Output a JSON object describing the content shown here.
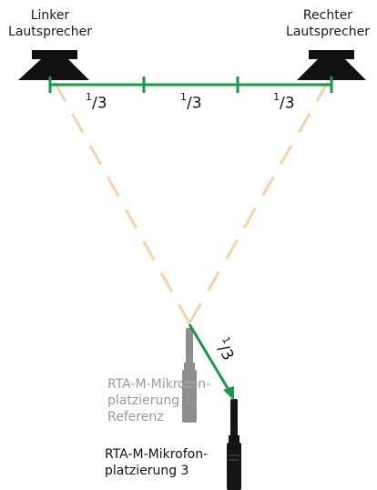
{
  "colors": {
    "speaker": "#111111",
    "distance_line": "#1a9a48",
    "sight_lines": "#f7d2a6",
    "mic_reference": "#8e8e8e",
    "mic_active": "#141414"
  },
  "speakers": {
    "left": {
      "line1": "Linker",
      "line2": "Lautsprecher"
    },
    "right": {
      "line1": "Rechter",
      "line2": "Lautsprecher"
    }
  },
  "fractions": [
    {
      "num": "1",
      "den": "3"
    },
    {
      "num": "1",
      "den": "3"
    },
    {
      "num": "1",
      "den": "3"
    },
    {
      "num": "1",
      "den": "3"
    }
  ],
  "microphones": {
    "reference": {
      "line1": "RTA-M-Mikrofon-",
      "line2": "platzierung 1",
      "line3": "Referenz"
    },
    "position3": {
      "line1": "RTA-M-Mikrofon-",
      "line2": "platzierung 3"
    }
  },
  "icons": {
    "left_speaker": "speaker-icon",
    "right_speaker": "speaker-icon",
    "reference_mic": "microphone-icon",
    "active_mic": "microphone-icon"
  }
}
